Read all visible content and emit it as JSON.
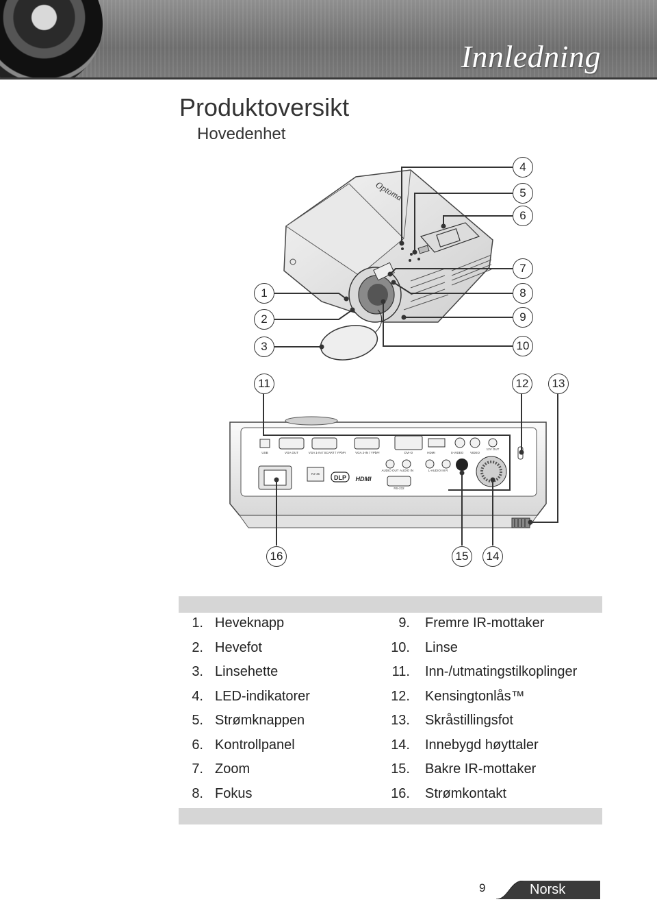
{
  "header": {
    "chapter": "Innledning"
  },
  "page_title": "Produktoversikt",
  "page_subtitle": "Hovedenhet",
  "callouts": [
    "1",
    "2",
    "3",
    "4",
    "5",
    "6",
    "7",
    "8",
    "9",
    "10",
    "11",
    "12",
    "13",
    "14",
    "15",
    "16"
  ],
  "projector_labels": {
    "brand": "Optoma",
    "usb": "USB",
    "vga_out": "VGA OUT",
    "vga1": "VGA 1-IN / SCART / YPbPr",
    "vga2": "VGA 2-IN / YPbPr",
    "dvi": "DVI-D",
    "hdmi": "HDMI",
    "svideo": "S-VIDEO",
    "video": "VIDEO",
    "v12out": "12V OUT",
    "rj45": "RJ-45",
    "audio_out": "AUDIO OUT",
    "audio_in": "AUDIO IN",
    "l_audio_r": "L-AUDIO IN R",
    "rs232": "RS-232",
    "dlp": "DLP",
    "hdmi_logo": "HDMI"
  },
  "items_left": [
    {
      "num": "1.",
      "label": "Heveknapp"
    },
    {
      "num": "2.",
      "label": "Hevefot"
    },
    {
      "num": "3.",
      "label": "Linsehette"
    },
    {
      "num": "4.",
      "label": "LED-indikatorer"
    },
    {
      "num": "5.",
      "label": "Strømknappen"
    },
    {
      "num": "6.",
      "label": "Kontrollpanel"
    },
    {
      "num": "7.",
      "label": "Zoom"
    },
    {
      "num": "8.",
      "label": "Fokus"
    }
  ],
  "items_right": [
    {
      "num": "9.",
      "label": "Fremre IR-mottaker"
    },
    {
      "num": "10.",
      "label": "Linse"
    },
    {
      "num": "11.",
      "label": "Inn-/utmatingstilkoplinger"
    },
    {
      "num": "12.",
      "label": "Kensingtonlås™"
    },
    {
      "num": "13.",
      "label": "Skråstillingsfot"
    },
    {
      "num": "14.",
      "label": "Innebygd høyttaler"
    },
    {
      "num": "15.",
      "label": "Bakre IR-mottaker"
    },
    {
      "num": "16.",
      "label": "Strømkontakt"
    }
  ],
  "footer": {
    "page_number": "9",
    "language": "Norsk"
  }
}
